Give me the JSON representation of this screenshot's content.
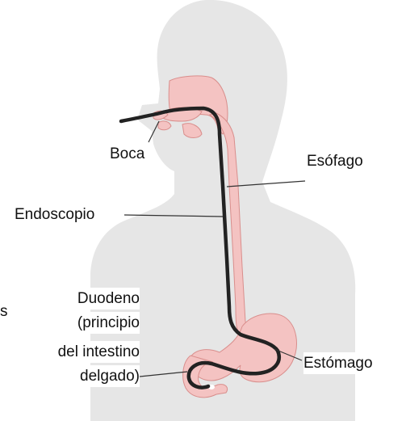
{
  "diagram": {
    "labels": {
      "boca": "Boca",
      "esofago": "Esófago",
      "endoscopio": "Endoscopio",
      "duodeno": {
        "line1": "Duodeno",
        "line2": "(principio",
        "line3": "del intestino",
        "line4": "delgado)"
      },
      "estomago": "Estómago",
      "edge_fragment": "s"
    },
    "colors": {
      "body_silhouette": "#e6e6e6",
      "tract_fill": "#f4c3c2",
      "tract_outline": "#d98e8c",
      "endoscope": "#222222",
      "leader_line": "#333333",
      "text": "#111111"
    }
  }
}
